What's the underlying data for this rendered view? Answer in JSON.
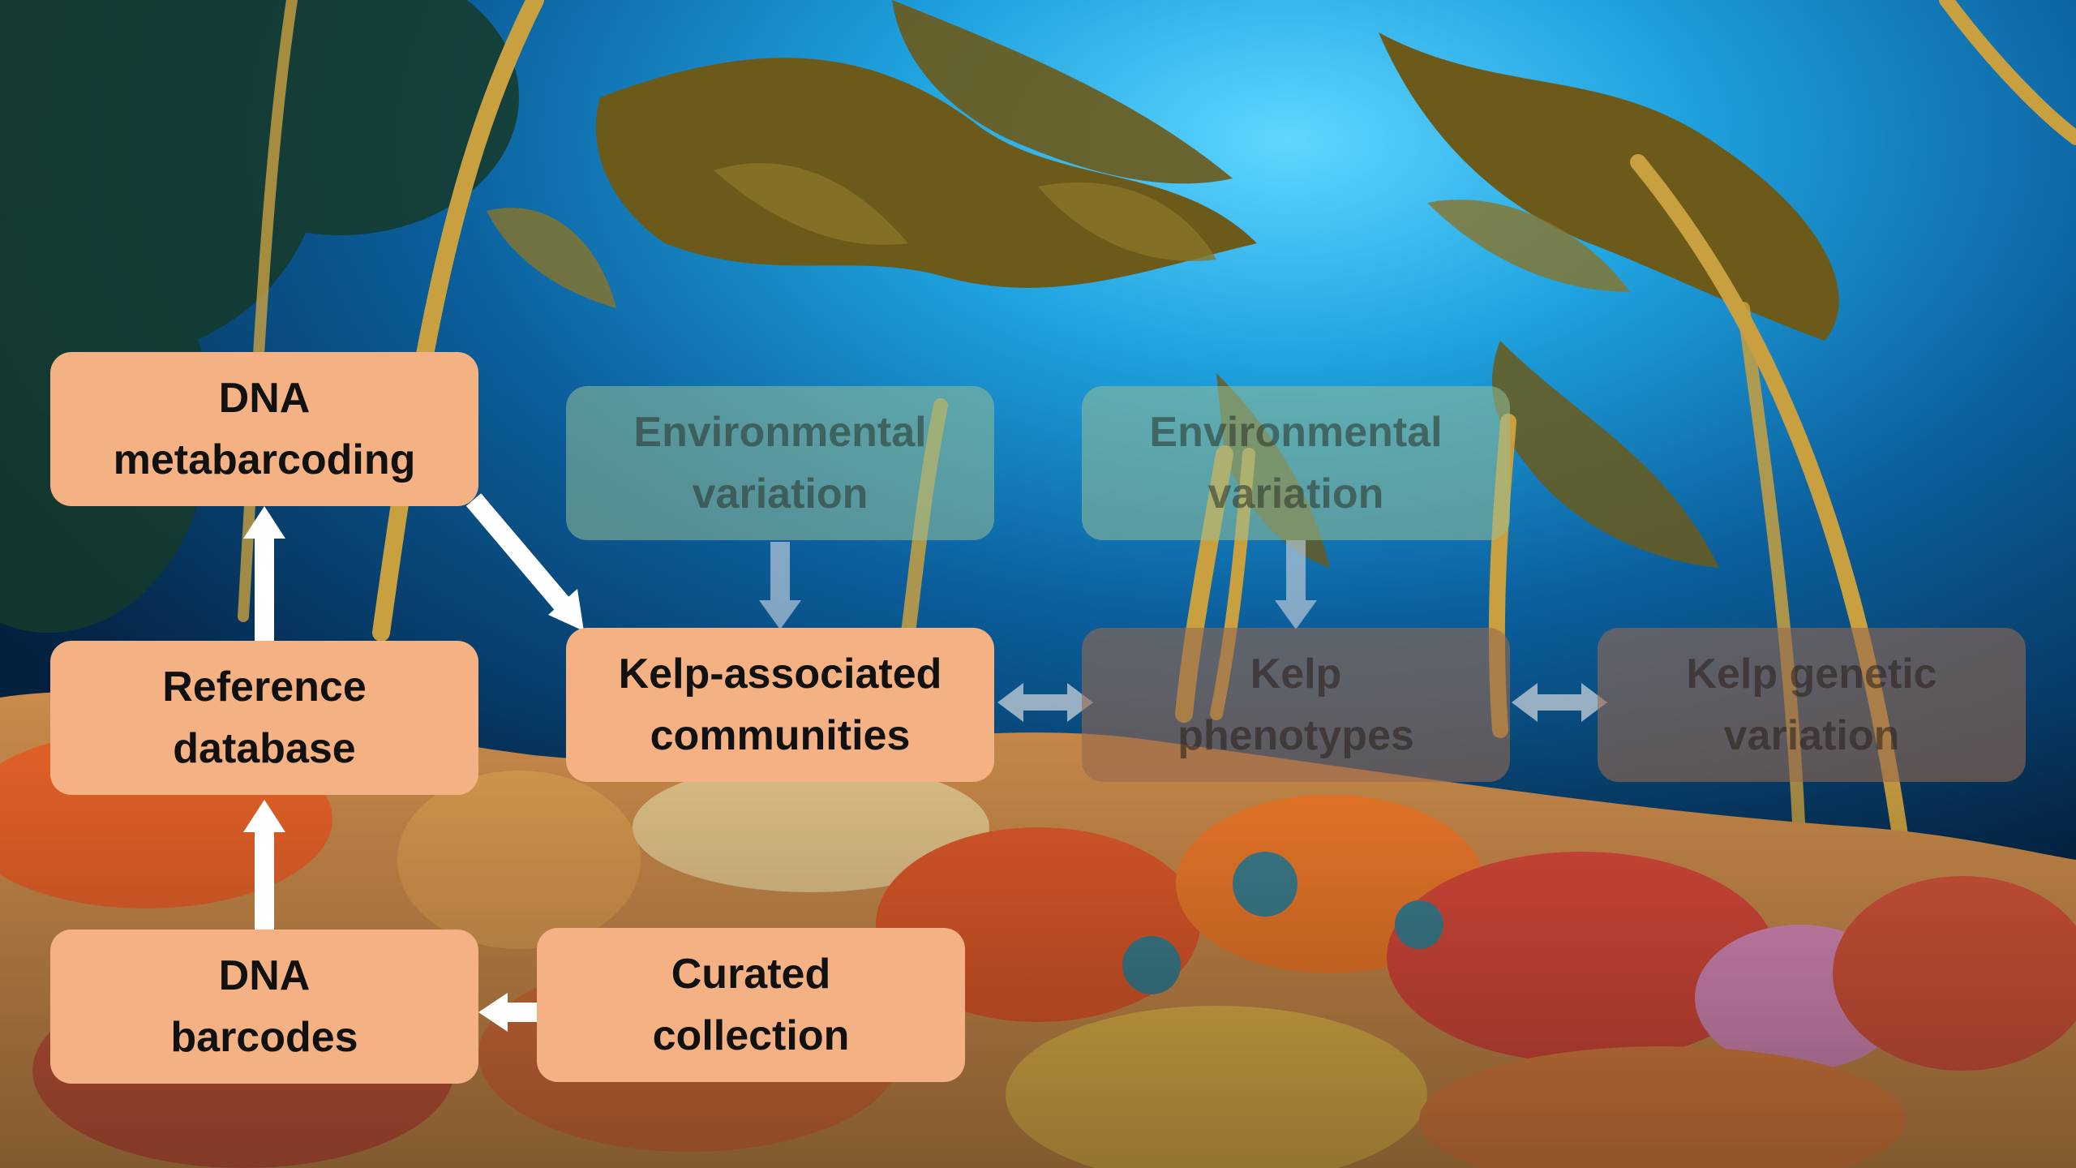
{
  "background": {
    "description_icon": "kelp-forest-photo",
    "colors": {
      "water_light": "#33b8f0",
      "water_mid": "#0b5f9c",
      "water_deep": "#04203f",
      "kelp": "#6b5a1a",
      "stipe": "#c9a040",
      "reef_orange": "#e8632a",
      "reef_red": "#d94a3a",
      "reef_yellow": "#e3b34a",
      "reef_pink": "#d98ab8"
    }
  },
  "diagram": {
    "colors": {
      "box_active": "#f4b183",
      "box_faded_green": "rgba(150,190,150,0.55)",
      "box_faded_brown": "rgba(150,105,80,0.6)",
      "arrow_active": "#ffffff",
      "arrow_faded": "#b8c8d8"
    },
    "dna_metabarcoding": {
      "line1": "DNA",
      "line2": "metabarcoding"
    },
    "reference_database": {
      "line1": "Reference",
      "line2": "database"
    },
    "dna_barcodes": {
      "line1": "DNA",
      "line2": "barcodes"
    },
    "curated_collection": {
      "line1": "Curated",
      "line2": "collection"
    },
    "kelp_associated_communities": {
      "line1": "Kelp-associated",
      "line2": "communities"
    },
    "environmental_variation_1": {
      "line1": "Environmental",
      "line2": "variation"
    },
    "environmental_variation_2": {
      "line1": "Environmental",
      "line2": "variation"
    },
    "kelp_phenotypes": {
      "line1": "Kelp",
      "line2": "phenotypes"
    },
    "kelp_genetic_variation": {
      "line1": "Kelp genetic",
      "line2": "variation"
    }
  }
}
